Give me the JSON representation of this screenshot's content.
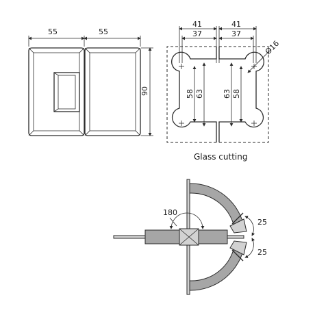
{
  "hinge_front": {
    "width_left": "55",
    "width_right": "55",
    "height": "90"
  },
  "glass_cutting": {
    "caption": "Glass cutting",
    "outer_left": "41",
    "inner_left": "37",
    "outer_right": "41",
    "inner_right": "37",
    "hole_diameter": "Ø16",
    "hole_left_inner": "58",
    "hole_left_outer": "63",
    "hole_right_outer": "63",
    "hole_right_inner": "58"
  },
  "rotation": {
    "swing_angle": "180",
    "offset_upper": "25",
    "offset_lower": "25"
  },
  "colors": {
    "line": "#2a2a2a",
    "part_fill": "#a6a6a6",
    "light_fill": "#d2d2d2"
  }
}
